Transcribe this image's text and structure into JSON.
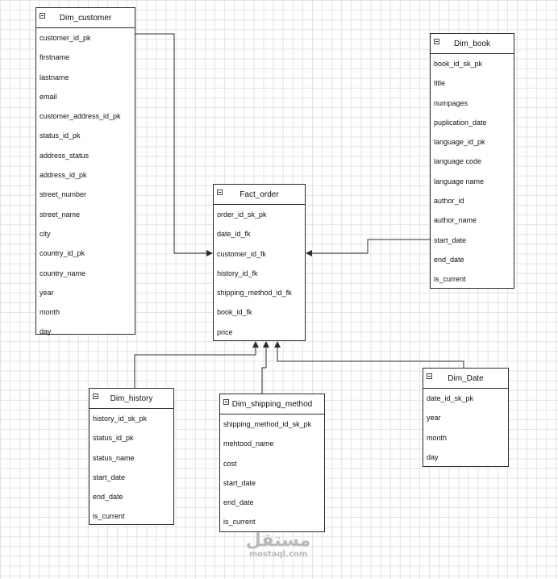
{
  "tables": {
    "dim_customer": {
      "title": "Dim_customer",
      "fields": [
        "customer_id_pk",
        "firstname",
        "lastname",
        "email",
        "customer_address_id_pk",
        "status_id_pk",
        "address_status",
        "address_id_pk",
        "street_number",
        "street_name",
        "city",
        "country_id_pk",
        "country_name",
        "year",
        "month",
        "day"
      ]
    },
    "dim_book": {
      "title": "Dim_book",
      "fields": [
        "book_id_sk_pk",
        "title",
        "numpages",
        "puplication_date",
        "language_id_pk",
        "language code",
        "language name",
        "author_id",
        "author_name",
        "start_date",
        "end_date",
        "is_current"
      ]
    },
    "fact_order": {
      "title": "Fact_order",
      "fields": [
        "order_id_sk_pk",
        "date_id_fk",
        "customer_id_fk",
        "history_id_fk",
        "shipping_method_id_fk",
        "book_id_fk",
        "price"
      ]
    },
    "dim_history": {
      "title": "Dim_history",
      "fields": [
        "history_id_sk_pk",
        "status_id_pk",
        "status_name",
        "start_date",
        "end_date",
        "is_current"
      ]
    },
    "dim_shipping_method": {
      "title": "Dim_shipping_method",
      "fields": [
        "shipping_method_id_sk_pk",
        "mehtood_name",
        "cost",
        "start_date",
        "end_date",
        "is_current"
      ]
    },
    "dim_date": {
      "title": "Dim_Date",
      "fields": [
        "date_id_sk_pk",
        "year",
        "month",
        "day"
      ]
    }
  },
  "watermark": {
    "arabic": "مستقل",
    "latin": "mostaql.com"
  },
  "colors": {
    "line": "#2b2b2b",
    "grid": "#e3e3e3",
    "watermark": "#b9b9b9"
  }
}
